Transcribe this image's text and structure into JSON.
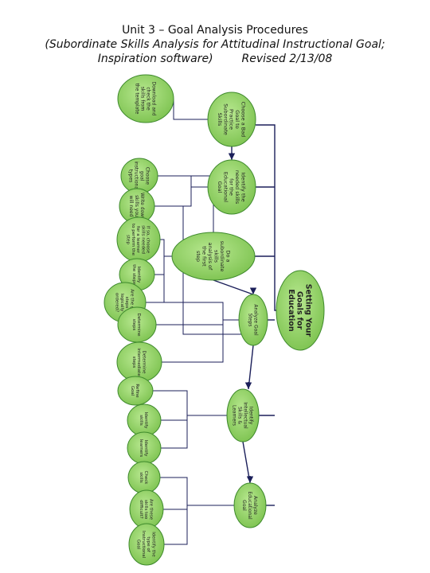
{
  "page": {
    "title": "Unit 3 – Goal Analysis Procedures",
    "subtitle": "(Subordinate Skills Analysis for Attitudinal Instructional Goal;",
    "subtitle2": "Inspiration software)",
    "revised": "Revised 2/13/08"
  },
  "colors": {
    "node_fill": "#8fd05f",
    "node_stroke": "#3e8a2c",
    "connector": "#1b1f5a"
  },
  "diagram": {
    "root": "Setting Your Goals for Education",
    "nodes": [
      {
        "id": "root",
        "text": "Setting Your Goals for Education"
      },
      {
        "id": "m1",
        "text": "Choose a Bad Goal to Practice Subordinate Skills"
      },
      {
        "id": "m2",
        "text": "Identify the needed skills for the Educational Goal"
      },
      {
        "id": "m3",
        "text": "Do a subordinate skills analysis of the first step"
      },
      {
        "id": "m4",
        "text": "Analyze Goal Steps"
      },
      {
        "id": "m5",
        "text": "Identify Intellectual Skills & Learners"
      },
      {
        "id": "m6",
        "text": "Analyze Educational Goal"
      },
      {
        "id": "l1",
        "text": "Download and check the skills from the template"
      },
      {
        "id": "l2",
        "text": "Choose goal instructional types"
      },
      {
        "id": "l3",
        "text": "Write down skills you will need"
      },
      {
        "id": "l4",
        "text": "If so, choose skills needed for a learner to perform the step"
      },
      {
        "id": "l5",
        "text": "Identify the steps"
      },
      {
        "id": "l6",
        "text": "Are the goal steps logically ordered?"
      },
      {
        "id": "l7",
        "text": "Determine steps"
      },
      {
        "id": "l8",
        "text": "Determine intermediate steps"
      },
      {
        "id": "l9",
        "text": "Refine Goal"
      },
      {
        "id": "l10",
        "text": "Identify skills"
      },
      {
        "id": "l11",
        "text": "Identify learners"
      },
      {
        "id": "l12",
        "text": "Check skills"
      },
      {
        "id": "l13",
        "text": "Are these skills too difficult?"
      },
      {
        "id": "l14",
        "text": "Identify the type of Instructional Goal"
      }
    ]
  }
}
